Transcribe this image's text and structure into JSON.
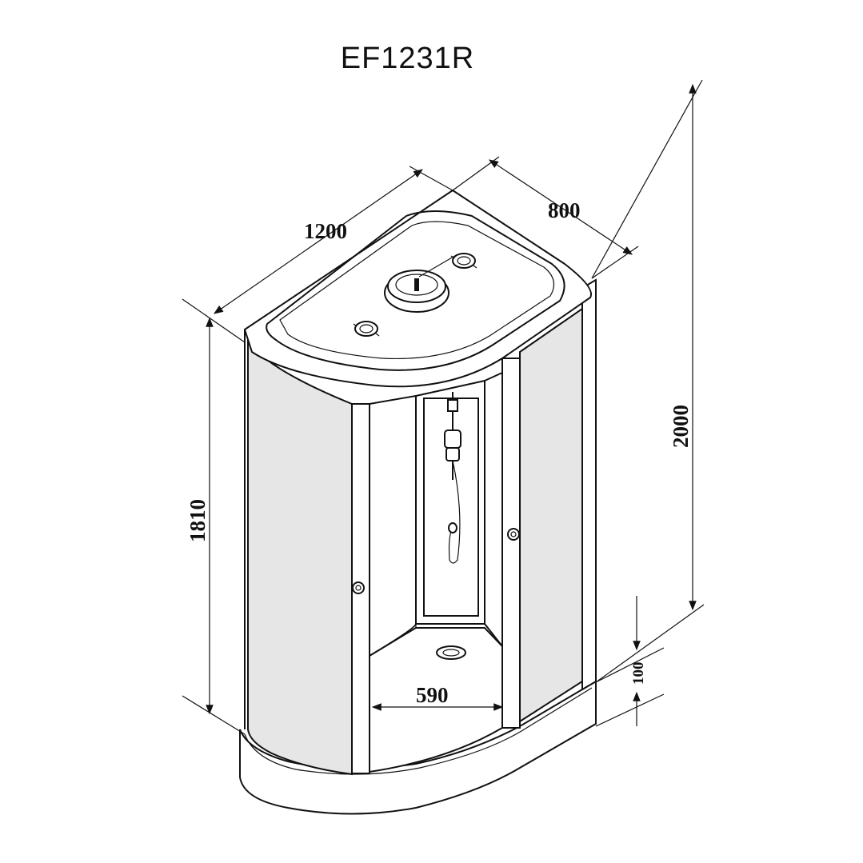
{
  "title": "EF1231R",
  "dimensions": {
    "length": "1200",
    "depth": "800",
    "total_height": "2000",
    "door_height": "1810",
    "tray_height": "100",
    "door_opening": "590"
  },
  "colors": {
    "line": "#111111",
    "glass": "#e6e6e6",
    "background": "#ffffff"
  }
}
